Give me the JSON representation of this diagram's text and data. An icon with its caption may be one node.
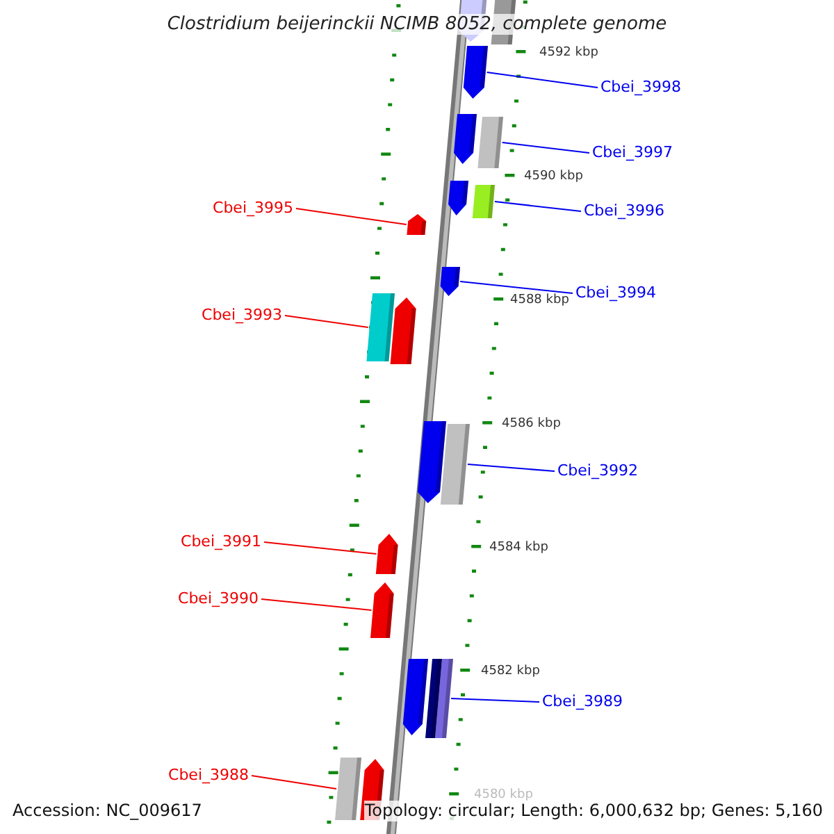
{
  "diagram": {
    "title": "Clostridium beijerinckii NCIMB 8052, complete genome",
    "nodes": [
      {
        "text": [
          "Cbei_3998"
        ]
      },
      {
        "text": [],
        "shape": "pentagon"
      },
      {
        "text": [
          "Cbei_3997"
        ]
      },
      {
        "text": [],
        "shape": "bar"
      },
      {
        "text": [
          "Cbei_3996"
        ]
      },
      {
        "text": [],
        "shape": "bar"
      },
      {
        "text": [
          "Cbei_3995"
        ]
      },
      {
        "text": [],
        "shape": "pentagon"
      },
      {
        "text": [
          "Cbei_3994"
        ]
      },
      {
        "text": [],
        "shape": "pentagon"
      },
      {
        "text": [
          "Cbei_3993"
        ]
      },
      {
        "text": [],
        "shape": "bar"
      },
      {
        "text": [
          "Cbei_3992"
        ]
      },
      {
        "text": [],
        "shape": "bar"
      },
      {
        "text": [
          "Cbei_3991"
        ]
      },
      {
        "text": [],
        "shape": "pentagon"
      },
      {
        "text": [
          "Cbei_3990"
        ]
      },
      {
        "text": [],
        "shape": "pentagon"
      },
      {
        "text": [
          "Cbei_3989"
        ]
      },
      {
        "text": [],
        "shape": "bar"
      },
      {
        "text": [
          "Cbei_3988"
        ]
      },
      {
        "text": [],
        "shape": "bar"
      },
      {
        "text": [],
        "shape": "pentagon"
      },
      {
        "text": [],
        "shape": "bar"
      },
      {
        "text": [],
        "shape": "pentagon"
      },
      {
        "text": [],
        "shape": "pentagon"
      },
      {
        "text": [],
        "shape": "pentagon"
      },
      {
        "text": [],
        "shape": "pentagon"
      },
      {
        "text": [],
        "shape": "pentagon"
      },
      {
        "text": [],
        "shape": "bar"
      },
      {
        "text": [],
        "shape": "pentagon"
      }
    ],
    "edges": [
      {
        "from": 0,
        "to": 1,
        "arrow": "none"
      },
      {
        "from": 2,
        "to": 3,
        "arrow": "none"
      },
      {
        "from": 4,
        "to": 5,
        "arrow": "none"
      },
      {
        "from": 6,
        "to": 7,
        "arrow": "none",
        "color": "#ee0000"
      },
      {
        "from": 8,
        "to": 9,
        "arrow": "none"
      },
      {
        "from": 10,
        "to": 11,
        "arrow": "none",
        "color": "#ee0000"
      },
      {
        "from": 12,
        "to": 13,
        "arrow": "none"
      },
      {
        "from": 14,
        "to": 15,
        "arrow": "none",
        "color": "#ee0000"
      },
      {
        "from": 16,
        "to": 17,
        "arrow": "none",
        "color": "#ee0000"
      },
      {
        "from": 18,
        "to": 19,
        "arrow": "none"
      },
      {
        "from": 20,
        "to": 21,
        "arrow": "none",
        "color": "#ee0000"
      }
    ],
    "labels": [
      "4592 kbp",
      "4590 kbp",
      "4588 kbp",
      "4586 kbp",
      "4584 kbp",
      "4582 kbp",
      "4580 kbp",
      "Accession: NC_009617",
      "Topology: circular; Length: 6,000,632 bp; Genes: 5,160"
    ]
  }
}
